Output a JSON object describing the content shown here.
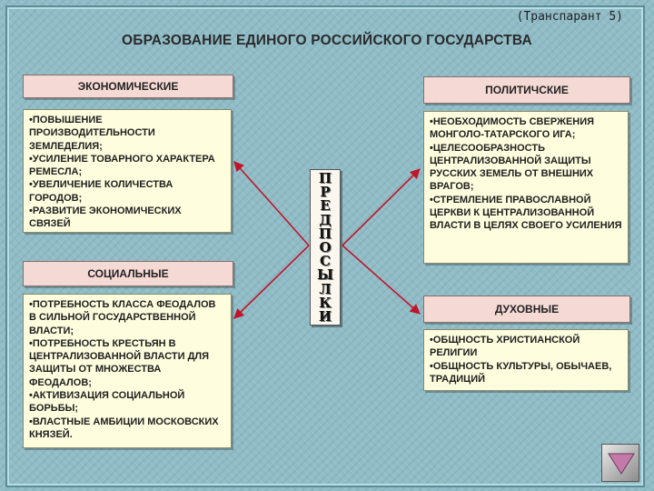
{
  "header": {
    "transparency": "(Транспарант 5)",
    "title": "ОБРАЗОВАНИЕ ЕДИНОГО РОССИЙСКОГО ГОСУДАРСТВА"
  },
  "center_label": {
    "letters": [
      "П",
      "Р",
      "Е",
      "Д",
      "П",
      "О",
      "С",
      "Ы",
      "Л",
      "К",
      "И"
    ]
  },
  "sections": {
    "economic": {
      "title": "ЭКОНОМИЧЕСКИЕ",
      "items": [
        "ПОВЫШЕНИЕ ПРОИЗВОДИТЕЛЬНОСТИ ЗЕМЛЕДЕЛИЯ;",
        "УСИЛЕНИЕ ТОВАРНОГО ХАРАКТЕРА РЕМЕСЛА;",
        "УВЕЛИЧЕНИЕ КОЛИЧЕСТВА ГОРОДОВ;",
        "РАЗВИТИЕ ЭКОНОМИЧЕСКИХ СВЯЗЕЙ"
      ]
    },
    "social": {
      "title": "СОЦИАЛЬНЫЕ",
      "items": [
        "ПОТРЕБНОСТЬ КЛАССА ФЕОДАЛОВ В СИЛЬНОЙ ГОСУДАРСТВЕННОЙ ВЛАСТИ;",
        "ПОТРЕБНОСТЬ КРЕСТЬЯН В ЦЕНТРАЛИЗОВАННОЙ ВЛАСТИ ДЛЯ ЗАЩИТЫ ОТ МНОЖЕСТВА ФЕОДАЛОВ;",
        "АКТИВИЗАЦИЯ СОЦИАЛЬНОЙ БОРЬБЫ;",
        "ВЛАСТНЫЕ АМБИЦИИ МОСКОВСКИХ КНЯЗЕЙ."
      ]
    },
    "political": {
      "title": "ПОЛИТИЧСКИЕ",
      "items": [
        "НЕОБХОДИМОСТЬ СВЕРЖЕНИЯ МОНГОЛО-ТАТАРСКОГО ИГА;",
        "ЦЕЛЕСООБРАЗНОСТЬ ЦЕНТРАЛИЗОВАННОЙ ЗАЩИТЫ РУССКИХ ЗЕМЕЛЬ ОТ ВНЕШНИХ ВРАГОВ;",
        "СТРЕМЛЕНИЕ ПРАВОСЛАВНОЙ ЦЕРКВИ К ЦЕНТРАЛИЗОВАННОЙ ВЛАСТИ В ЦЕЛЯХ СВОЕГО УСИЛЕНИЯ"
      ]
    },
    "spiritual": {
      "title": "ДУХОВНЫЕ",
      "items": [
        "ОБЩНОСТЬ ХРИСТИАНСКОЙ РЕЛИГИИ",
        "ОБЩНОСТЬ КУЛЬТУРЫ, ОБЫЧАЕВ, ТРАДИЦИЙ"
      ]
    }
  },
  "colors": {
    "background": "#8fbcc6",
    "header_box": "#f5d9d4",
    "content_box": "#fefdde",
    "arrow": "#c0152a"
  },
  "nav": {
    "icon": "triangle-down-icon"
  }
}
